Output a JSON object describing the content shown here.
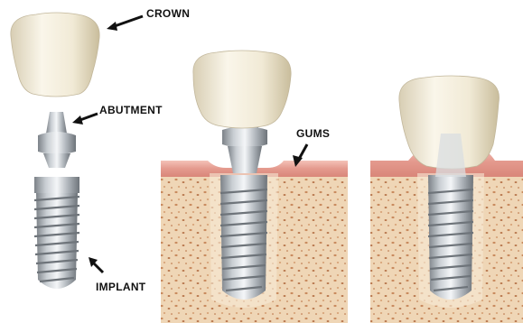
{
  "labels": {
    "crown": "CROWN",
    "abutment": "ABUTMENT",
    "gums": "GUMS",
    "implant": "IMPLANT"
  },
  "colors": {
    "crown": "#f2ecd9",
    "metal": "#b9bec3",
    "gum": "#e8a79d",
    "bone": "#ecd2b2",
    "bone_pores": "#c98a5e",
    "arrow": "#111111"
  },
  "stages": [
    "exploded-components",
    "abutment-attached",
    "crown-attached"
  ]
}
